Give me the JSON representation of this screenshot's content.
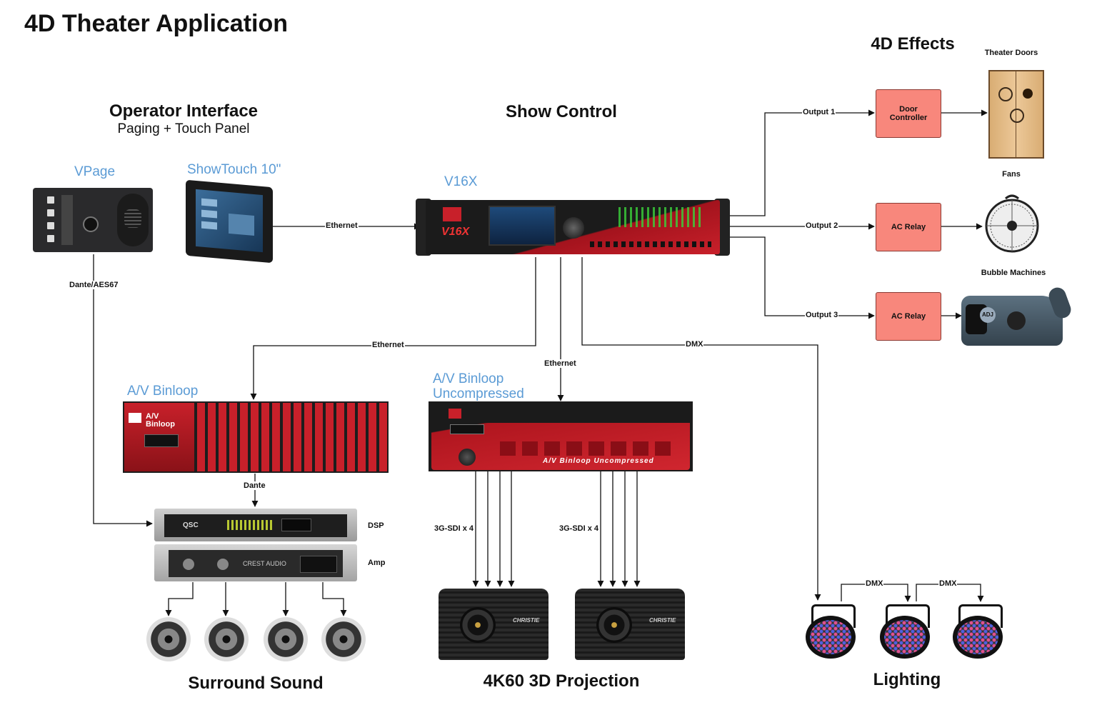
{
  "title": "4D Theater Application",
  "sections": {
    "operator": {
      "title": "Operator Interface",
      "subtitle": "Paging + Touch Panel"
    },
    "show_control": {
      "title": "Show Control"
    },
    "effects": {
      "title": "4D Effects"
    },
    "surround": {
      "title": "Surround Sound"
    },
    "projection": {
      "title": "4K60 3D Projection"
    },
    "lighting": {
      "title": "Lighting"
    }
  },
  "devices": {
    "vpage": "VPage",
    "showtouch": "ShowTouch 10\"",
    "v16x": "V16X",
    "binloop": "A/V Binloop",
    "binloop_unc_1": "A/V Binloop",
    "binloop_unc_2": "Uncompressed",
    "dsp": "DSP",
    "amp": "Amp",
    "theater_doors": "Theater Doors",
    "fans": "Fans",
    "bubble": "Bubble Machines",
    "door_controller_1": "Door",
    "door_controller_2": "Controller",
    "ac_relay_1": "AC Relay",
    "ac_relay_2": "AC Relay"
  },
  "device_text": {
    "v16x_brand": "V16X",
    "binloop_brand_1": "A/V",
    "binloop_brand_2": "Binloop",
    "binloop_unc_banner": "A/V Binloop Uncompressed",
    "qsc": "QSC",
    "crest": "CREST AUDIO",
    "christie_1": "CHRISTIE",
    "christie_2": "CHRISTIE",
    "adj": "ADJ"
  },
  "connections": {
    "ethernet_touch": "Ethernet",
    "dante_aes": "Dante/AES67",
    "ethernet_binloop": "Ethernet",
    "ethernet_unc": "Ethernet",
    "dmx_main": "DMX",
    "dante": "Dante",
    "sdi_1": "3G-SDI x 4",
    "sdi_2": "3G-SDI x 4",
    "output_1": "Output 1",
    "output_2": "Output 2",
    "output_3": "Output 3",
    "dmx_1": "DMX",
    "dmx_2": "DMX"
  },
  "colors": {
    "accent_blue": "#5b9bd5",
    "relay_fill": "#f8877c",
    "device_red": "#c8202a"
  }
}
